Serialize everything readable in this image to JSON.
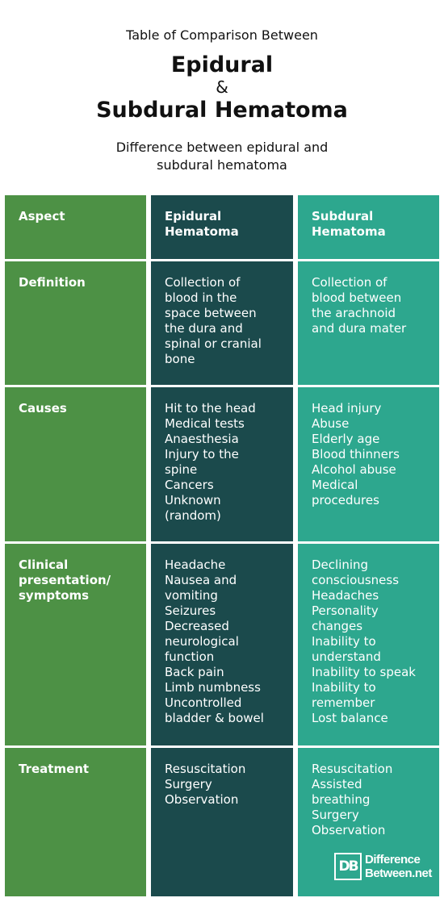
{
  "header": {
    "pretitle": "Table of Comparison Between",
    "title_line1": "Epidural",
    "ampersand": "&",
    "title_line2": "Subdural Hematoma",
    "subtitle_line1": "Difference between epidural and",
    "subtitle_line2": "subdural hematoma"
  },
  "columns": [
    [
      "Aspect"
    ],
    [
      "Epidural",
      "Hematoma"
    ],
    [
      "Subdural",
      "Hematoma"
    ]
  ],
  "rows": [
    {
      "aspect": [
        "Definition"
      ],
      "epidural": [
        "Collection of",
        "blood in the",
        "space between",
        "the dura and",
        "spinal or cranial",
        "bone"
      ],
      "subdural": [
        "Collection of",
        "blood between",
        "the arachnoid",
        "and dura mater"
      ]
    },
    {
      "aspect": [
        "Causes"
      ],
      "epidural": [
        "Hit to the head",
        "Medical tests",
        "Anaesthesia",
        "Injury to the",
        "spine",
        "Cancers",
        "Unknown",
        "(random)"
      ],
      "subdural": [
        "Head injury",
        "Abuse",
        "Elderly age",
        "Blood thinners",
        "Alcohol abuse",
        "Medical",
        "procedures"
      ]
    },
    {
      "aspect": [
        "Clinical",
        "presentation/",
        "symptoms"
      ],
      "epidural": [
        "Headache",
        "Nausea and",
        "vomiting",
        "Seizures",
        "Decreased",
        "neurological",
        "function",
        "Back pain",
        "Limb numbness",
        "Uncontrolled",
        "bladder & bowel"
      ],
      "subdural": [
        "Declining",
        "consciousness",
        "Headaches",
        "Personality",
        "changes",
        "Inability to",
        "understand",
        "Inability to speak",
        "Inability to",
        "remember",
        "Lost balance"
      ]
    },
    {
      "aspect": [
        "Treatment"
      ],
      "epidural": [
        "Resuscitation",
        "Surgery",
        "Observation"
      ],
      "subdural": [
        "Resuscitation",
        "Assisted",
        "breathing",
        "Surgery",
        "Observation"
      ]
    }
  ],
  "logo": {
    "badge": "DB",
    "line1": "Difference",
    "line2": "Between.net"
  },
  "colors": {
    "aspect_column": "#4d9145",
    "epidural_column": "#1b4a4c",
    "subdural_column": "#2da78e"
  }
}
